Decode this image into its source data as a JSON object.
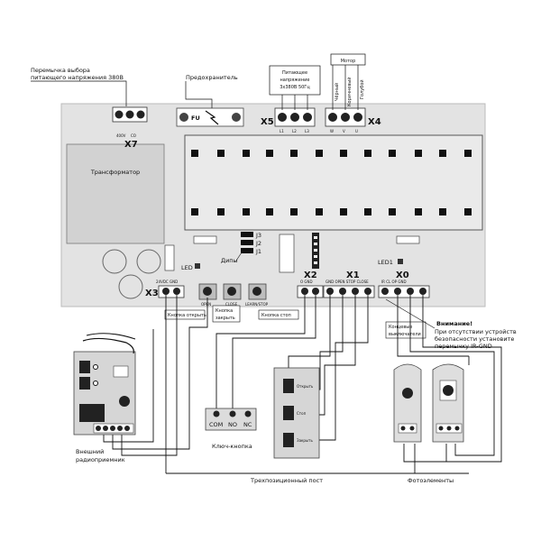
{
  "labels": {
    "jumper_note_line1": "Перемычка выбора",
    "jumper_note_line2": "питающего напряжения 380В",
    "fuse_note": "Предохранитель",
    "supply_line1": "Питающее",
    "supply_line2": "напряжение",
    "supply_line3": "3x380В 50Гц",
    "motor": "Мотор",
    "wire_black": "Чёрный",
    "wire_brown": "Коричневый",
    "wire_blue": "Голубой",
    "transformer": "Трансформатор",
    "fuse_mark": "FU",
    "dips": "Дипы",
    "btn_open": "Кнопка открыть",
    "btn_close_1": "Кнопка",
    "btn_close_2": "закрыть",
    "btn_stop": "Кнопка стоп",
    "limit_1": "Концевые",
    "limit_2": "выключатели",
    "attention": "Внимание!",
    "note_1": "При отсутствии устройств",
    "note_2": "безопасности установите",
    "note_3": "перемычку IR-GND",
    "receiver_1": "Внешний",
    "receiver_2": "радиоприемник",
    "keyswitch": "Ключ-кнопка",
    "three_pos": "Трехпозиционный пост",
    "photocells": "Фотоэлементы",
    "post_open": "Открыть",
    "post_stop": "Стоп",
    "post_close": "Закрыть"
  },
  "connectors": {
    "x7": "X7",
    "x7_p1": "400V",
    "x7_p2": "CO",
    "x5": "X5",
    "x5_pins": [
      "L1",
      "L2",
      "L3"
    ],
    "x4": "X4",
    "x4_pins": [
      "W",
      "V",
      "U"
    ],
    "x3": "X3",
    "x3_pins": "24VDC GND",
    "x2": "X2",
    "x2_pins": "O  GND",
    "x1": "X1",
    "x1_pins": "GND OPEN STOP CLOSE",
    "x0": "X0",
    "x0_pins": "IR   CL   OP   GND",
    "j1": "J1",
    "j2": "J2",
    "j3": "J3",
    "led": "LED",
    "led1": "LED1",
    "btn_open": "OPEN",
    "btn_close": "CLOSE",
    "btn_learn": "LEARN/STOP"
  },
  "keyswitch_terms": [
    "COM",
    "NO",
    "NC"
  ]
}
